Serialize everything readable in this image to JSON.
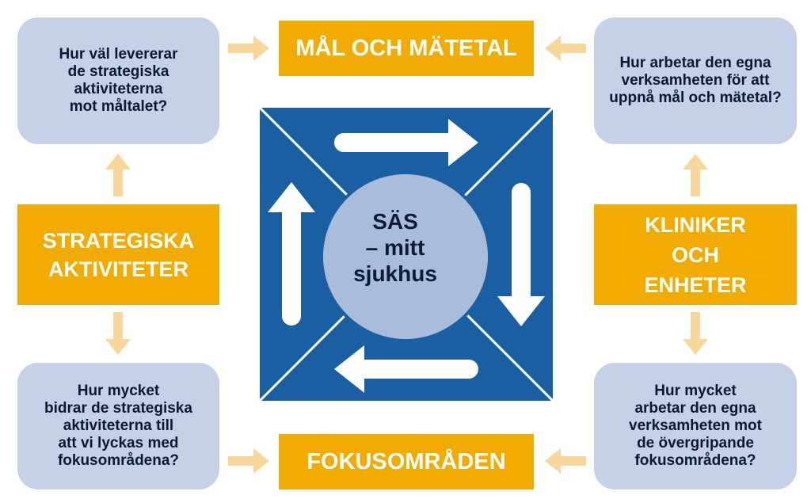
{
  "colors": {
    "orange": "#f2ab00",
    "light_blue": "#c5d1e6",
    "dark_blue": "#1b5fa3",
    "arrow_light": "#f8d79a",
    "text_dark": "#0b1a33",
    "white": "#ffffff"
  },
  "labels": {
    "goals": "MÅL OCH MÄTETAL",
    "strategic": "STRATEGISKA\nAKTIVITETER",
    "clinics": "KLINIKER\nOCH\nENHETER",
    "focus": "FOKUSOMRÅDEN",
    "center": "SÄS\n– mitt sjukhus"
  },
  "questions": {
    "top_left": "Hur väl levererar\nde strategiska\naktiviteterna\nmot måltalet?",
    "top_right": "Hur arbetar den egna\nverksamheten för att\nuppnå mål och mätetal?",
    "bottom_left": "Hur mycket\nbidrar de strategiska\naktiviteterna till\natt vi lyckas med\nfokusområdena?",
    "bottom_right": "Hur mycket\narbetar den egna\nverksamheten mot\nde övergripande\nfokusområdena?"
  }
}
